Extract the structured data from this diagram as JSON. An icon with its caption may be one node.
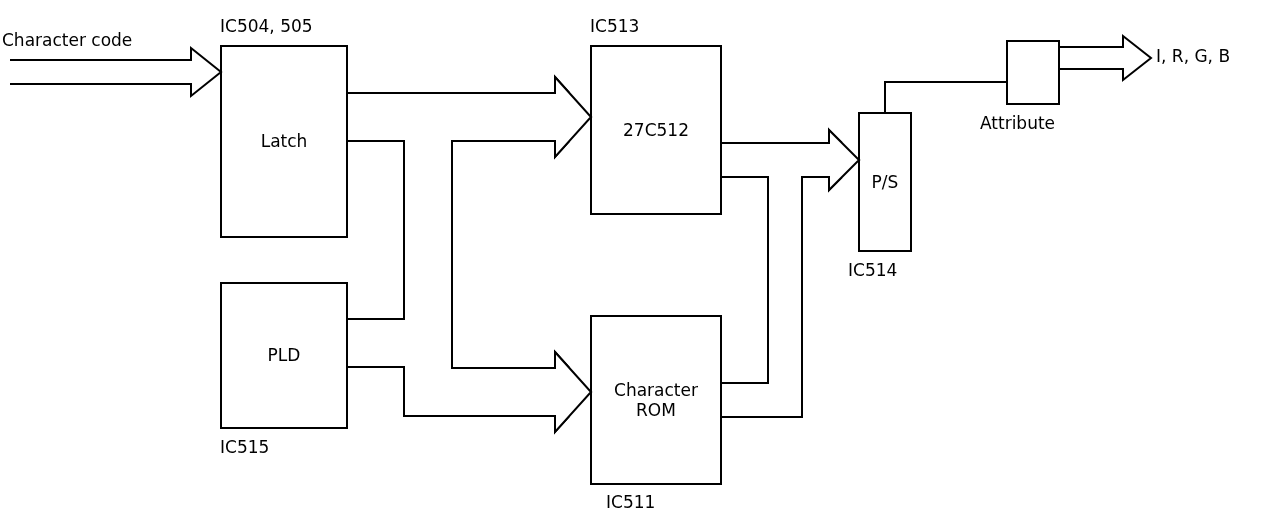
{
  "diagram": {
    "nodes": [
      {
        "text": [
          "Character code"
        ]
      },
      {
        "text": [
          "Latch"
        ],
        "beside": [
          "IC504, 505"
        ]
      },
      {
        "text": [
          "PLD"
        ],
        "beside": [
          "IC515"
        ]
      },
      {
        "text": [
          "27C512"
        ],
        "beside": [
          "IC513"
        ]
      },
      {
        "text": [
          "Character ROM"
        ],
        "beside": [
          "IC511"
        ]
      },
      {
        "text": [
          "P/S"
        ],
        "beside": [
          "IC514"
        ]
      },
      {
        "text": [],
        "shape": "box",
        "beside": [
          "Attribute"
        ]
      },
      {
        "text": [
          "I, R, G, B"
        ]
      }
    ],
    "edges": [
      {
        "from": 0,
        "to": 1,
        "arrow": "to"
      },
      {
        "from": 1,
        "to": 3,
        "arrow": "to"
      },
      {
        "from": 1,
        "to": 4,
        "arrow": "to"
      },
      {
        "from": 2,
        "to": 3,
        "arrow": "to"
      },
      {
        "from": 2,
        "to": 4,
        "arrow": "to"
      },
      {
        "from": 3,
        "to": 5,
        "arrow": "to"
      },
      {
        "from": 4,
        "to": 5,
        "arrow": "to"
      },
      {
        "from": 5,
        "to": 6,
        "arrow": "none"
      },
      {
        "from": 6,
        "to": 7,
        "arrow": "to"
      }
    ]
  }
}
